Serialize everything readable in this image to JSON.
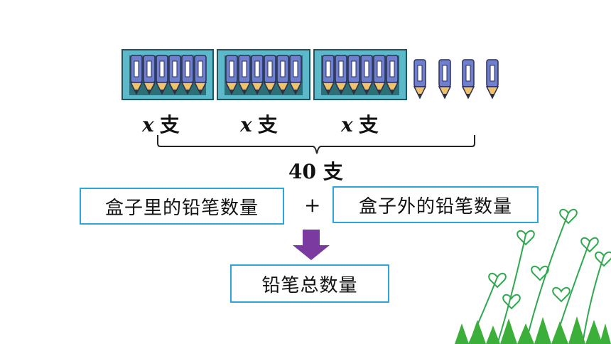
{
  "labels": {
    "var": "x",
    "unit": "支",
    "total": "40 支"
  },
  "boxes": {
    "inside": "盒子里的铅笔数量",
    "outside": "盒子外的铅笔数量",
    "total": "铅笔总数量"
  },
  "operator": "+",
  "pencil_boxes": 3,
  "pencils_per_box": 6,
  "loose_pencils": 4,
  "colors": {
    "box_frame": "#5bb9c9",
    "box_inner": "#2d6f76",
    "pencil_body": "#6f7fcf",
    "pencil_wood": "#f0c36a",
    "label_border": "#2aa7df",
    "arrow": "#7a3aa0",
    "plant": "#2fa84f"
  }
}
